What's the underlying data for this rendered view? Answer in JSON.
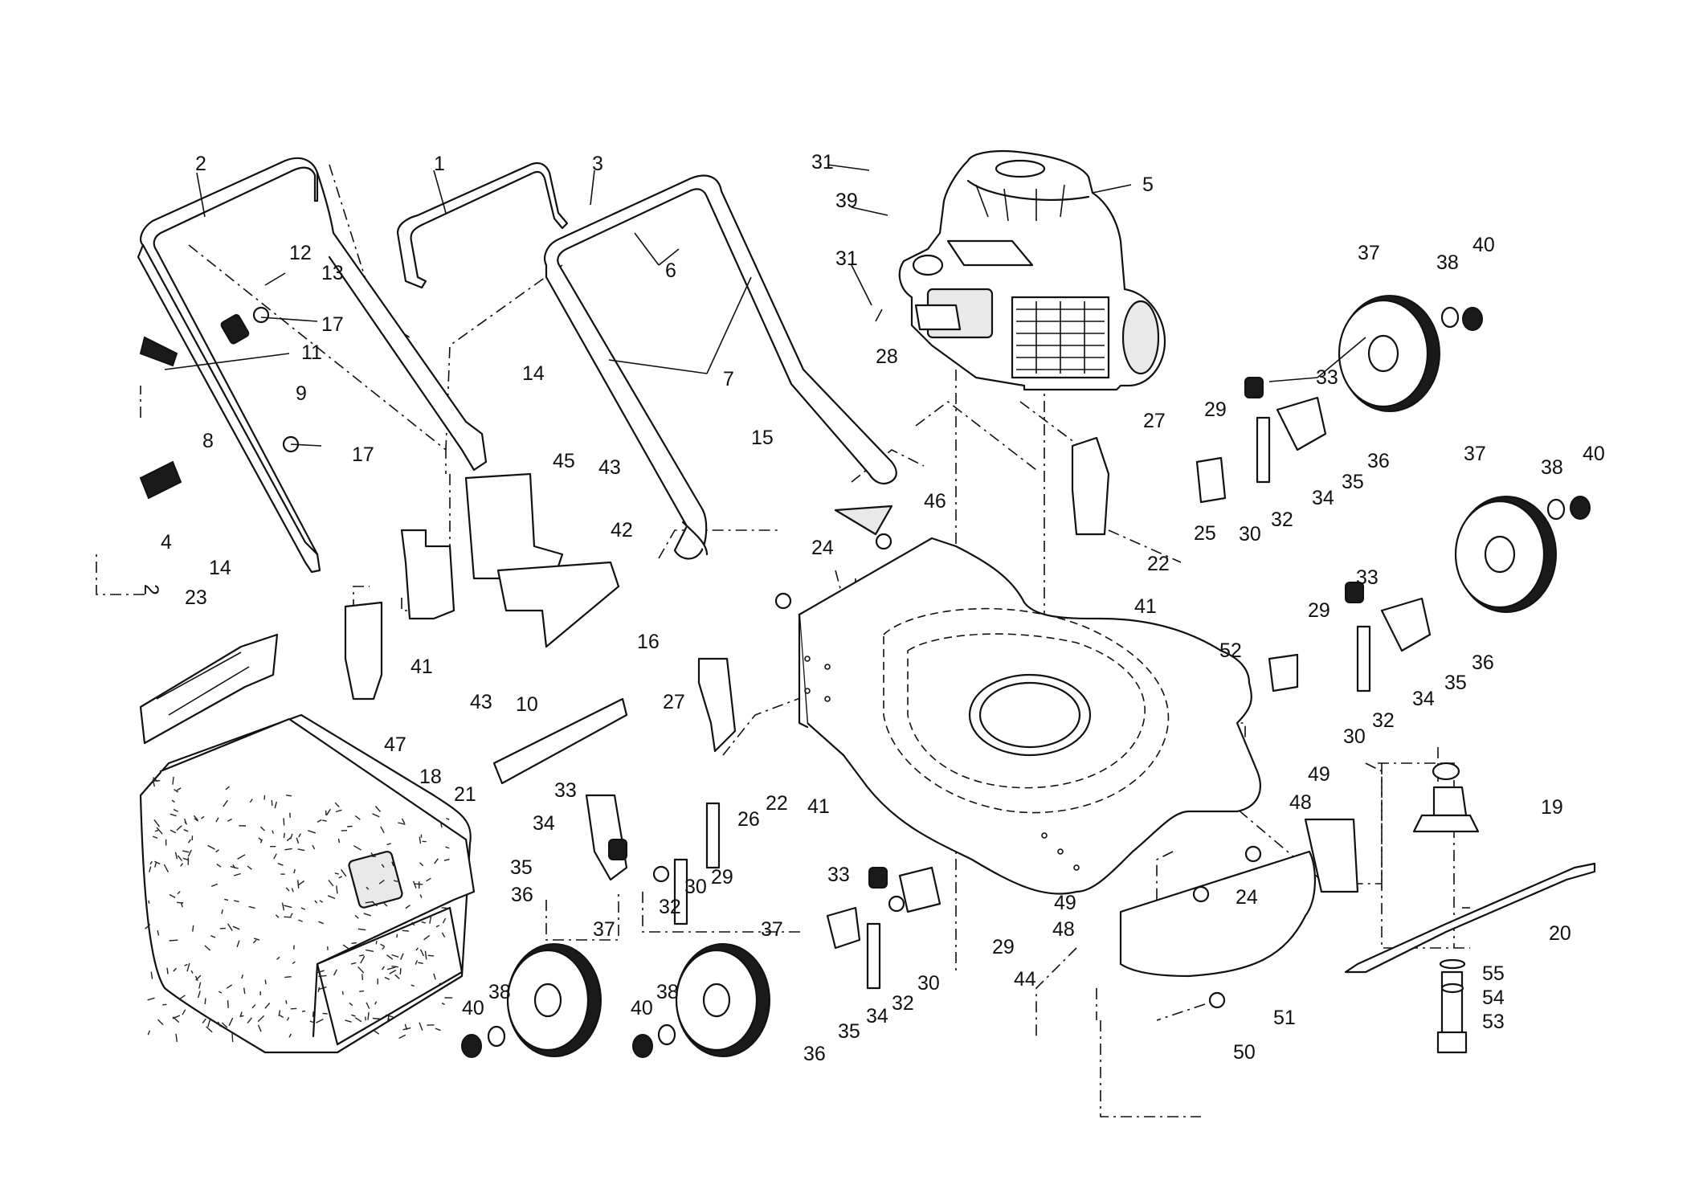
{
  "page_side_mark": "2",
  "callouts": [
    {
      "id": "c1",
      "text": "1"
    },
    {
      "id": "c2",
      "text": "2"
    },
    {
      "id": "c3",
      "text": "3"
    },
    {
      "id": "c4",
      "text": "4"
    },
    {
      "id": "c5",
      "text": "5"
    },
    {
      "id": "c6",
      "text": "6"
    },
    {
      "id": "c7",
      "text": "7"
    },
    {
      "id": "c8",
      "text": "8"
    },
    {
      "id": "c9",
      "text": "9"
    },
    {
      "id": "c10",
      "text": "10"
    },
    {
      "id": "c11",
      "text": "11"
    },
    {
      "id": "c12",
      "text": "12"
    },
    {
      "id": "c13",
      "text": "13"
    },
    {
      "id": "c14a",
      "text": "14"
    },
    {
      "id": "c14b",
      "text": "14"
    },
    {
      "id": "c15",
      "text": "15"
    },
    {
      "id": "c16",
      "text": "16"
    },
    {
      "id": "c17a",
      "text": "17"
    },
    {
      "id": "c17b",
      "text": "17"
    },
    {
      "id": "c18",
      "text": "18"
    },
    {
      "id": "c19",
      "text": "19"
    },
    {
      "id": "c20",
      "text": "20"
    },
    {
      "id": "c21",
      "text": "21"
    },
    {
      "id": "c22a",
      "text": "22"
    },
    {
      "id": "c22b",
      "text": "22"
    },
    {
      "id": "c23",
      "text": "23"
    },
    {
      "id": "c24a",
      "text": "24"
    },
    {
      "id": "c24b",
      "text": "24"
    },
    {
      "id": "c25",
      "text": "25"
    },
    {
      "id": "c26",
      "text": "26"
    },
    {
      "id": "c27a",
      "text": "27"
    },
    {
      "id": "c27b",
      "text": "27"
    },
    {
      "id": "c28",
      "text": "28"
    },
    {
      "id": "c29a",
      "text": "29"
    },
    {
      "id": "c29b",
      "text": "29"
    },
    {
      "id": "c29c",
      "text": "29"
    },
    {
      "id": "c29d",
      "text": "29"
    },
    {
      "id": "c30a",
      "text": "30"
    },
    {
      "id": "c30b",
      "text": "30"
    },
    {
      "id": "c30c",
      "text": "30"
    },
    {
      "id": "c30d",
      "text": "30"
    },
    {
      "id": "c31a",
      "text": "31"
    },
    {
      "id": "c31b",
      "text": "31"
    },
    {
      "id": "c32a",
      "text": "32"
    },
    {
      "id": "c32b",
      "text": "32"
    },
    {
      "id": "c32c",
      "text": "32"
    },
    {
      "id": "c32d",
      "text": "32"
    },
    {
      "id": "c33a",
      "text": "33"
    },
    {
      "id": "c33b",
      "text": "33"
    },
    {
      "id": "c33c",
      "text": "33"
    },
    {
      "id": "c33d",
      "text": "33"
    },
    {
      "id": "c34a",
      "text": "34"
    },
    {
      "id": "c34b",
      "text": "34"
    },
    {
      "id": "c34c",
      "text": "34"
    },
    {
      "id": "c34d",
      "text": "34"
    },
    {
      "id": "c35a",
      "text": "35"
    },
    {
      "id": "c35b",
      "text": "35"
    },
    {
      "id": "c35c",
      "text": "35"
    },
    {
      "id": "c35d",
      "text": "35"
    },
    {
      "id": "c36a",
      "text": "36"
    },
    {
      "id": "c36b",
      "text": "36"
    },
    {
      "id": "c36c",
      "text": "36"
    },
    {
      "id": "c36d",
      "text": "36"
    },
    {
      "id": "c37a",
      "text": "37"
    },
    {
      "id": "c37b",
      "text": "37"
    },
    {
      "id": "c37c",
      "text": "37"
    },
    {
      "id": "c37d",
      "text": "37"
    },
    {
      "id": "c38a",
      "text": "38"
    },
    {
      "id": "c38b",
      "text": "38"
    },
    {
      "id": "c38c",
      "text": "38"
    },
    {
      "id": "c38d",
      "text": "38"
    },
    {
      "id": "c39",
      "text": "39"
    },
    {
      "id": "c40a",
      "text": "40"
    },
    {
      "id": "c40b",
      "text": "40"
    },
    {
      "id": "c40c",
      "text": "40"
    },
    {
      "id": "c40d",
      "text": "40"
    },
    {
      "id": "c41a",
      "text": "41"
    },
    {
      "id": "c41b",
      "text": "41"
    },
    {
      "id": "c41c",
      "text": "41"
    },
    {
      "id": "c42",
      "text": "42"
    },
    {
      "id": "c43a",
      "text": "43"
    },
    {
      "id": "c43b",
      "text": "43"
    },
    {
      "id": "c44",
      "text": "44"
    },
    {
      "id": "c45",
      "text": "45"
    },
    {
      "id": "c46",
      "text": "46"
    },
    {
      "id": "c47",
      "text": "47"
    },
    {
      "id": "c48a",
      "text": "48"
    },
    {
      "id": "c48b",
      "text": "48"
    },
    {
      "id": "c49a",
      "text": "49"
    },
    {
      "id": "c49b",
      "text": "49"
    },
    {
      "id": "c50",
      "text": "50"
    },
    {
      "id": "c51",
      "text": "51"
    },
    {
      "id": "c52",
      "text": "52"
    },
    {
      "id": "c53",
      "text": "53"
    },
    {
      "id": "c54",
      "text": "54"
    },
    {
      "id": "c55",
      "text": "55"
    }
  ]
}
